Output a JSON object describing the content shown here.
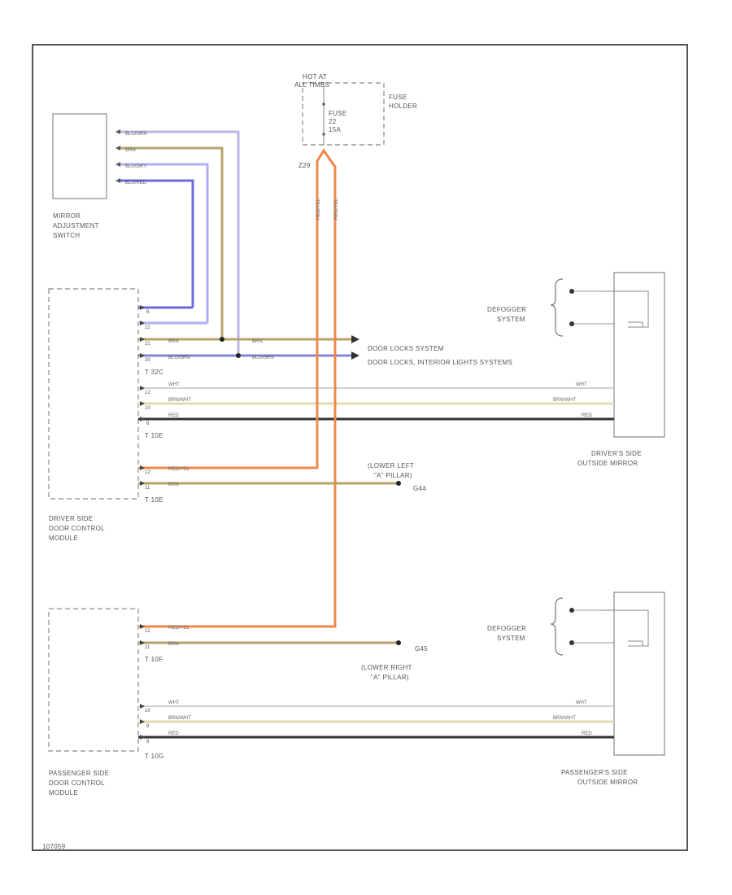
{
  "hot_at": "HOT AT",
  "all_times": "ALL TIMES",
  "fuse_holder": [
    "FUSE",
    "HOLDER"
  ],
  "fuse": [
    "FUSE",
    "22",
    "15A"
  ],
  "splice_z": "Z29",
  "mirror_switch": [
    "MIRROR",
    "ADJUSTMENT",
    "SWITCH"
  ],
  "driver_module": [
    "DRIVER SIDE",
    "DOOR CONTROL",
    "MODULE"
  ],
  "passenger_module": [
    "PASSENGER SIDE",
    "DOOR CONTROL",
    "MODULE"
  ],
  "driver_mirror": [
    "DRIVER'S SIDE",
    "OUTSIDE MIRROR"
  ],
  "passenger_mirror": [
    "PASSENGER'S SIDE",
    "OUTSIDE MIRROR"
  ],
  "defogger": [
    "DEFOGGER",
    "SYSTEM"
  ],
  "door_locks": "DOOR LOCKS SYSTEM",
  "door_locks_interior": "DOOR LOCKS, INTERIOR LIGHTS SYSTEMS",
  "ground_left": [
    "(LOWER LEFT",
    "\"A\" PILLAR)",
    "G44"
  ],
  "ground_right": [
    "G45",
    "(LOWER RIGHT",
    "\"A\" PILLAR)"
  ],
  "connectors": {
    "t32a": "T 32C",
    "t10d": "T 10E",
    "t10e": "T 10E",
    "t10f": "T 10F",
    "t10g": "T 10G"
  },
  "pins": {
    "d1": "8",
    "d2": "22",
    "d3": "21",
    "d4": "20",
    "d5": "12",
    "d6": "10",
    "d7": "8",
    "d8": "12",
    "d9": "11",
    "p1": "12",
    "p2": "11",
    "p3": "10",
    "p4": "9",
    "p5": "8"
  },
  "wire_colors": {
    "blu_grn": "BLU/GRN",
    "brn": "BRN",
    "blu_gry": "BLU/GRY",
    "blu_red": "BLU/RED",
    "red_yel": "RED/YEL",
    "wht": "WHT",
    "brn_wht": "BRN/WHT",
    "red": "RED"
  },
  "ref_code": "107059"
}
